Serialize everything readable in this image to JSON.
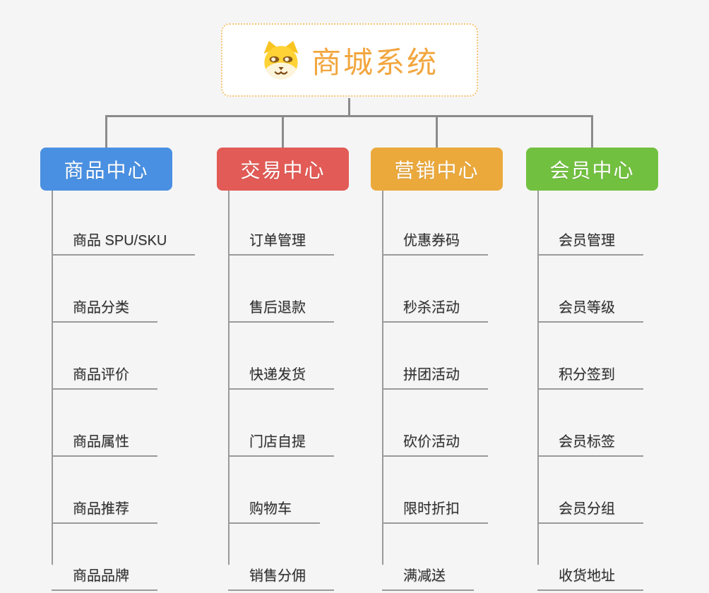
{
  "root": {
    "title": "商城系统",
    "icon": "dog-face-icon",
    "accent_color": "#f2a63e",
    "border_color": "#f4c473"
  },
  "connector_color": "#8b8b8b",
  "background_color": "#f5f5f5",
  "branches": [
    {
      "label": "商品中心",
      "color": "#4a90e2",
      "children": [
        "商品 SPU/SKU",
        "商品分类",
        "商品评价",
        "商品属性",
        "商品推荐",
        "商品品牌"
      ]
    },
    {
      "label": "交易中心",
      "color": "#e25b56",
      "children": [
        "订单管理",
        "售后退款",
        "快递发货",
        "门店自提",
        "购物车",
        "销售分佣"
      ]
    },
    {
      "label": "营销中心",
      "color": "#eba93c",
      "children": [
        "优惠券码",
        "秒杀活动",
        "拼团活动",
        "砍价活动",
        "限时折扣",
        "满减送"
      ]
    },
    {
      "label": "会员中心",
      "color": "#72c040",
      "children": [
        "会员管理",
        "会员等级",
        "积分签到",
        "会员标签",
        "会员分组",
        "收货地址"
      ]
    }
  ]
}
